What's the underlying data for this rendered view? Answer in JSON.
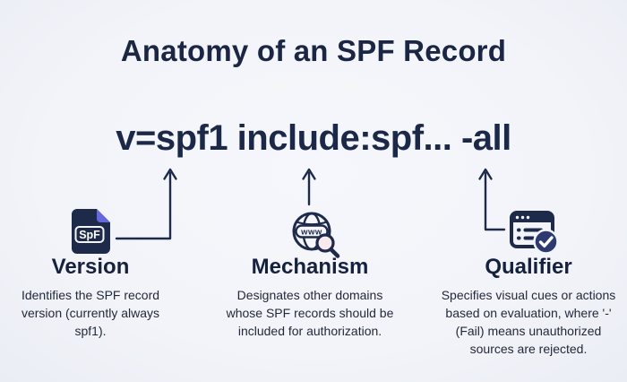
{
  "title": "Anatomy of an SPF Record",
  "record": "v=spf1 include:spf... -all",
  "sections": [
    {
      "heading": "Version",
      "description": "Identifies the SPF record\nversion (currently always spf1)."
    },
    {
      "heading": "Mechanism",
      "description": "Designates other domains\nwhose SPF records should be\nincluded for authorization."
    },
    {
      "heading": "Qualifier",
      "description": "Specifies visual cues or actions\nbased on evaluation, where '-'\n(Fail) means unauthorized\nsources are rejected."
    }
  ],
  "icons": {
    "version_file_label": "SpF",
    "mechanism_globe_label": "www"
  },
  "colors": {
    "background": "#f2f4f9",
    "navy": "#1c2a4a",
    "heading_navy": "#16213e",
    "fold_indigo": "#6468dd",
    "check_blue": "#2c3a70",
    "lens_pink": "#f8e9ee"
  }
}
